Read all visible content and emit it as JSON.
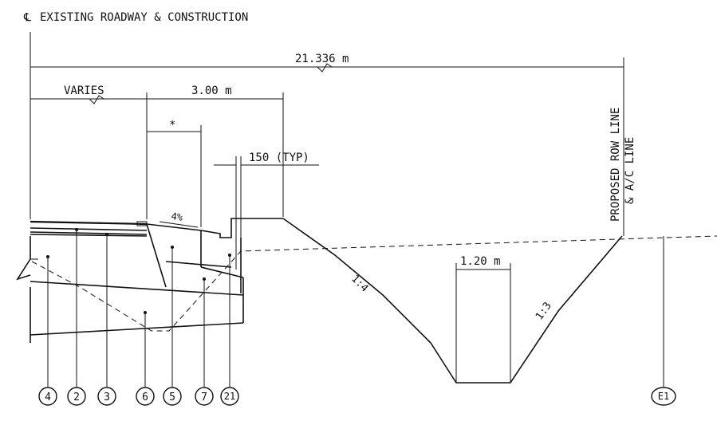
{
  "header": {
    "cl_symbol": "℄",
    "title": "EXISTING ROADWAY & CONSTRUCTION"
  },
  "dimensions": {
    "overall": "21.336 m",
    "varies": "VARIES",
    "shoulder": "3.00 m",
    "asterisk": "*",
    "typ": "150 (TYP)",
    "ditch_bottom": "1.20 m",
    "cross_slope": "4%"
  },
  "slopes": {
    "fore": "1:4",
    "back": "1:3"
  },
  "row_label": {
    "line1": "PROPOSED ROW LINE",
    "line2": "& A/C LINE"
  },
  "callouts": [
    "4",
    "2",
    "3",
    "6",
    "5",
    "7",
    "21",
    "E1"
  ]
}
